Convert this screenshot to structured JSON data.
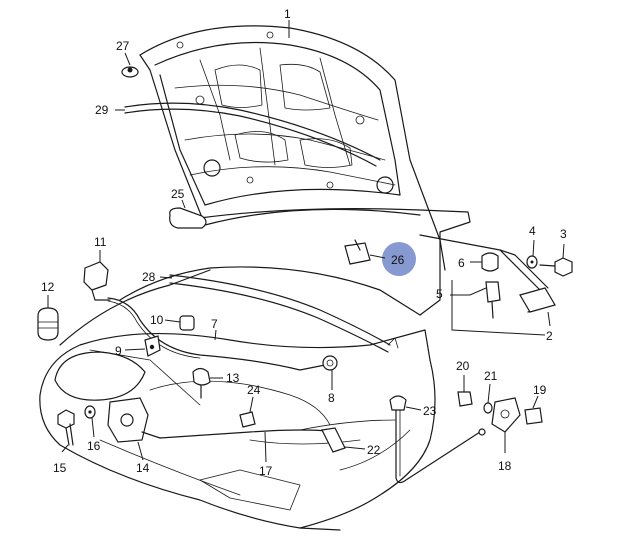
{
  "callouts": [
    {
      "id": "1",
      "label": "1"
    },
    {
      "id": "2",
      "label": "2"
    },
    {
      "id": "3",
      "label": "3"
    },
    {
      "id": "4",
      "label": "4"
    },
    {
      "id": "5",
      "label": "5"
    },
    {
      "id": "6",
      "label": "6"
    },
    {
      "id": "7",
      "label": "7"
    },
    {
      "id": "8",
      "label": "8"
    },
    {
      "id": "9",
      "label": "9"
    },
    {
      "id": "10",
      "label": "10"
    },
    {
      "id": "11",
      "label": "11"
    },
    {
      "id": "12",
      "label": "12"
    },
    {
      "id": "13",
      "label": "13"
    },
    {
      "id": "14",
      "label": "14"
    },
    {
      "id": "15",
      "label": "15"
    },
    {
      "id": "16",
      "label": "16"
    },
    {
      "id": "17",
      "label": "17"
    },
    {
      "id": "18",
      "label": "18"
    },
    {
      "id": "19",
      "label": "19"
    },
    {
      "id": "20",
      "label": "20"
    },
    {
      "id": "21",
      "label": "21"
    },
    {
      "id": "22",
      "label": "22"
    },
    {
      "id": "23",
      "label": "23"
    },
    {
      "id": "24",
      "label": "24"
    },
    {
      "id": "25",
      "label": "25"
    },
    {
      "id": "26",
      "label": "26"
    },
    {
      "id": "27",
      "label": "27"
    },
    {
      "id": "28",
      "label": "28"
    },
    {
      "id": "29",
      "label": "29"
    }
  ],
  "highlighted_callout": "26",
  "colors": {
    "line": "#1a1a1a",
    "highlight": "#7f93cf",
    "background": "#ffffff"
  }
}
